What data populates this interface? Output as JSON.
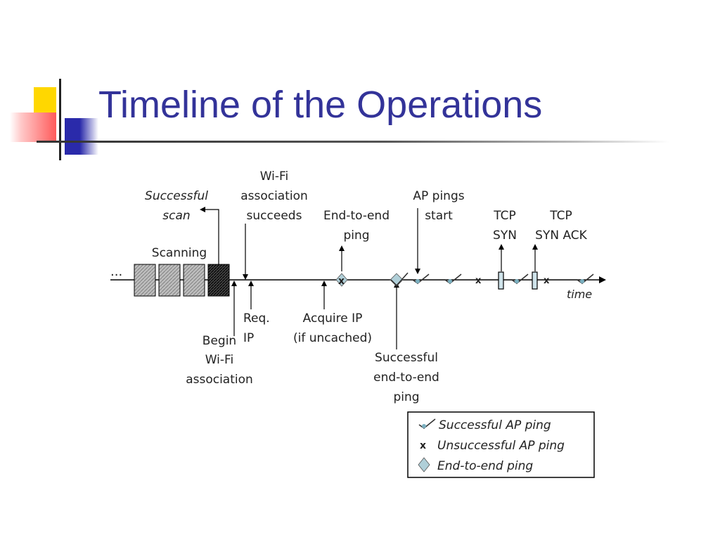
{
  "title": "Timeline of the Operations",
  "colors": {
    "title": "#333399",
    "accent_yellow": "#ffd700",
    "accent_red": "#ff5a5a",
    "accent_blue": "#2a2aaa"
  },
  "diagram": {
    "start_dots": "...",
    "axis_label": "time",
    "labels": {
      "successful_scan": [
        "Successful",
        "scan"
      ],
      "wifi_assoc_succeeds": [
        "Wi-Fi",
        "association",
        "succeeds"
      ],
      "end_to_end_ping": [
        "End-to-end",
        "ping"
      ],
      "ap_pings_start": [
        "AP pings",
        "start"
      ],
      "tcp_syn": [
        "TCP",
        "SYN"
      ],
      "tcp_syn_ack": [
        "TCP",
        "SYN ACK"
      ],
      "scanning": "Scanning",
      "begin_wifi_assoc": [
        "Begin",
        "Wi-Fi",
        "association"
      ],
      "req_ip": [
        "Req.",
        "IP"
      ],
      "acquire_ip": [
        "Acquire IP",
        "(if uncached)"
      ],
      "successful_e2e_ping": [
        "Successful",
        "end-to-end",
        "ping"
      ]
    },
    "marker_symbols": {
      "unsuccessful": "x"
    },
    "legend": [
      {
        "icon": "check-icon",
        "label": "Successful AP ping"
      },
      {
        "icon": "x-icon",
        "label": "Unsuccessful AP ping"
      },
      {
        "icon": "diamond-icon",
        "label": "End-to-end  ping"
      }
    ]
  }
}
